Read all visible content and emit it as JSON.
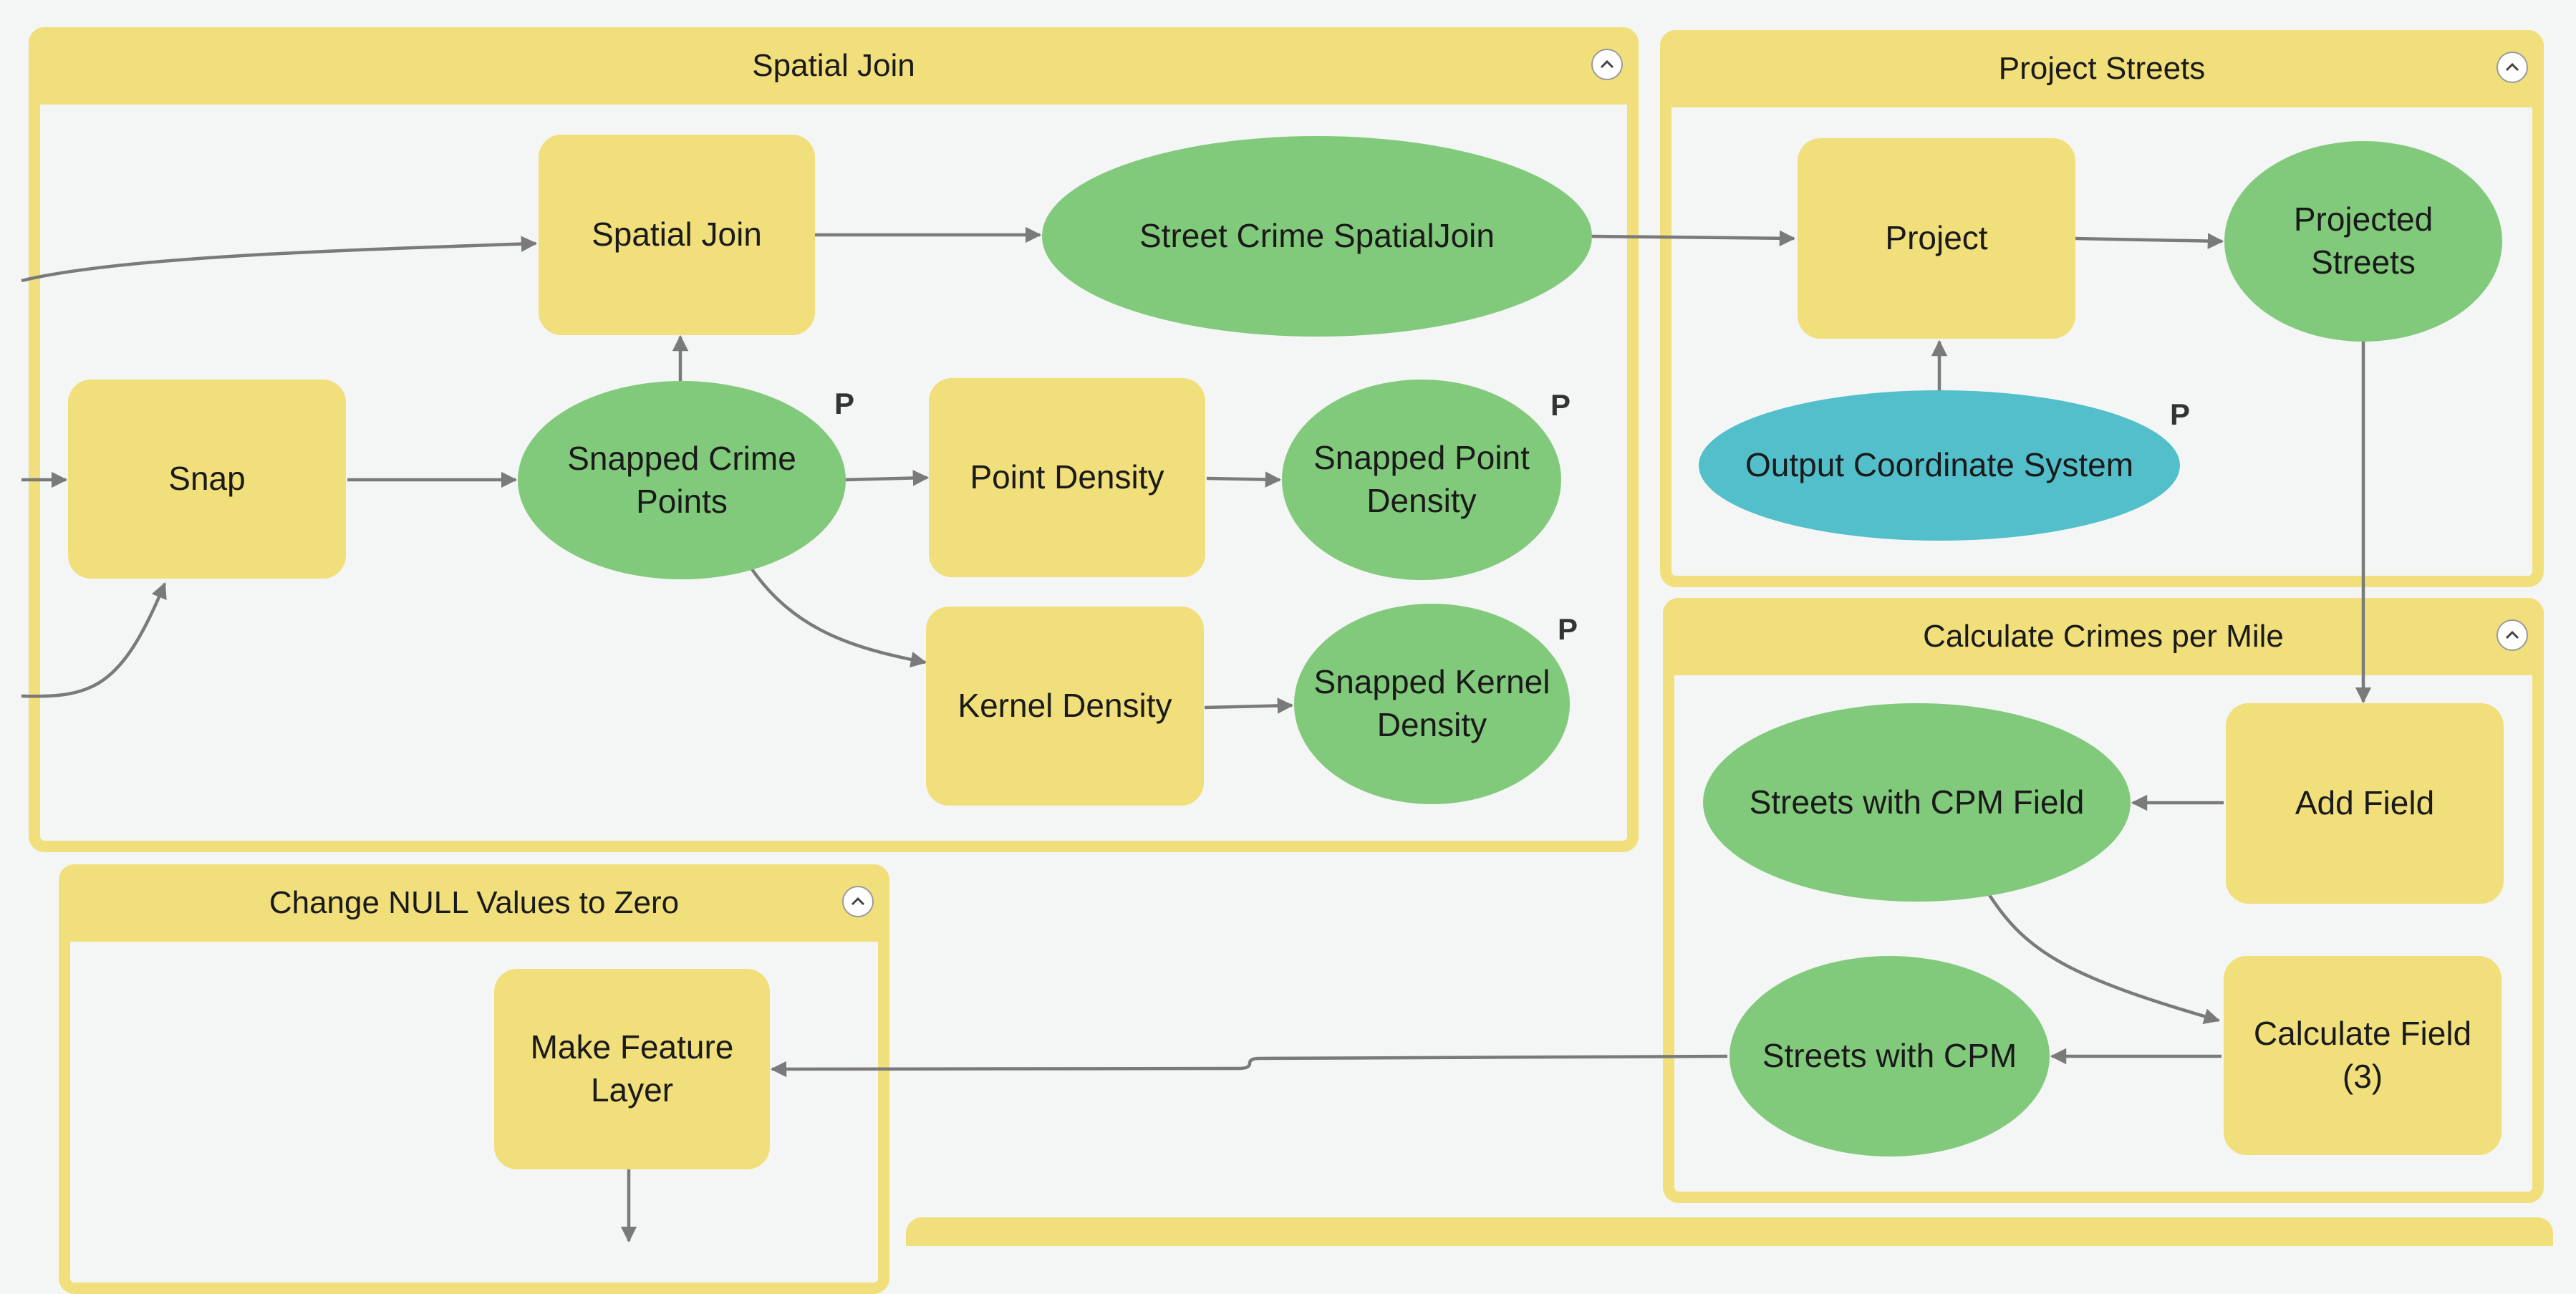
{
  "groups": {
    "spatial_join": {
      "title": "Spatial Join"
    },
    "project_streets": {
      "title": "Project Streets"
    },
    "calc_cpm": {
      "title": "Calculate Crimes per Mile"
    },
    "change_null": {
      "title": "Change NULL Values to Zero"
    }
  },
  "nodes": {
    "snap": "Snap",
    "spatial_join_tool": "Spatial Join",
    "street_crime_sj": "Street Crime SpatialJoin",
    "snapped_crime_points": "Snapped Crime\nPoints",
    "point_density": "Point Density",
    "snapped_point_density": "Snapped Point\nDensity",
    "kernel_density": "Kernel Density",
    "snapped_kernel_density": "Snapped Kernel\nDensity",
    "project": "Project",
    "projected_streets": "Projected\nStreets",
    "output_coord_system": "Output Coordinate System",
    "add_field": "Add Field",
    "streets_cpm_field": "Streets with CPM Field",
    "calculate_field": "Calculate Field\n(3)",
    "streets_cpm": "Streets with CPM",
    "make_feature_layer": "Make Feature\nLayer"
  },
  "parameter_marker": "P",
  "colors": {
    "group": "#f1df7b",
    "tool": "#f1df7b",
    "data": "#82ca7b",
    "parameter": "#52bfcb",
    "connector": "#7a7a7a",
    "canvas": "#f4f6f5"
  },
  "icons": {
    "group_toggle": "chevron-up-icon"
  }
}
